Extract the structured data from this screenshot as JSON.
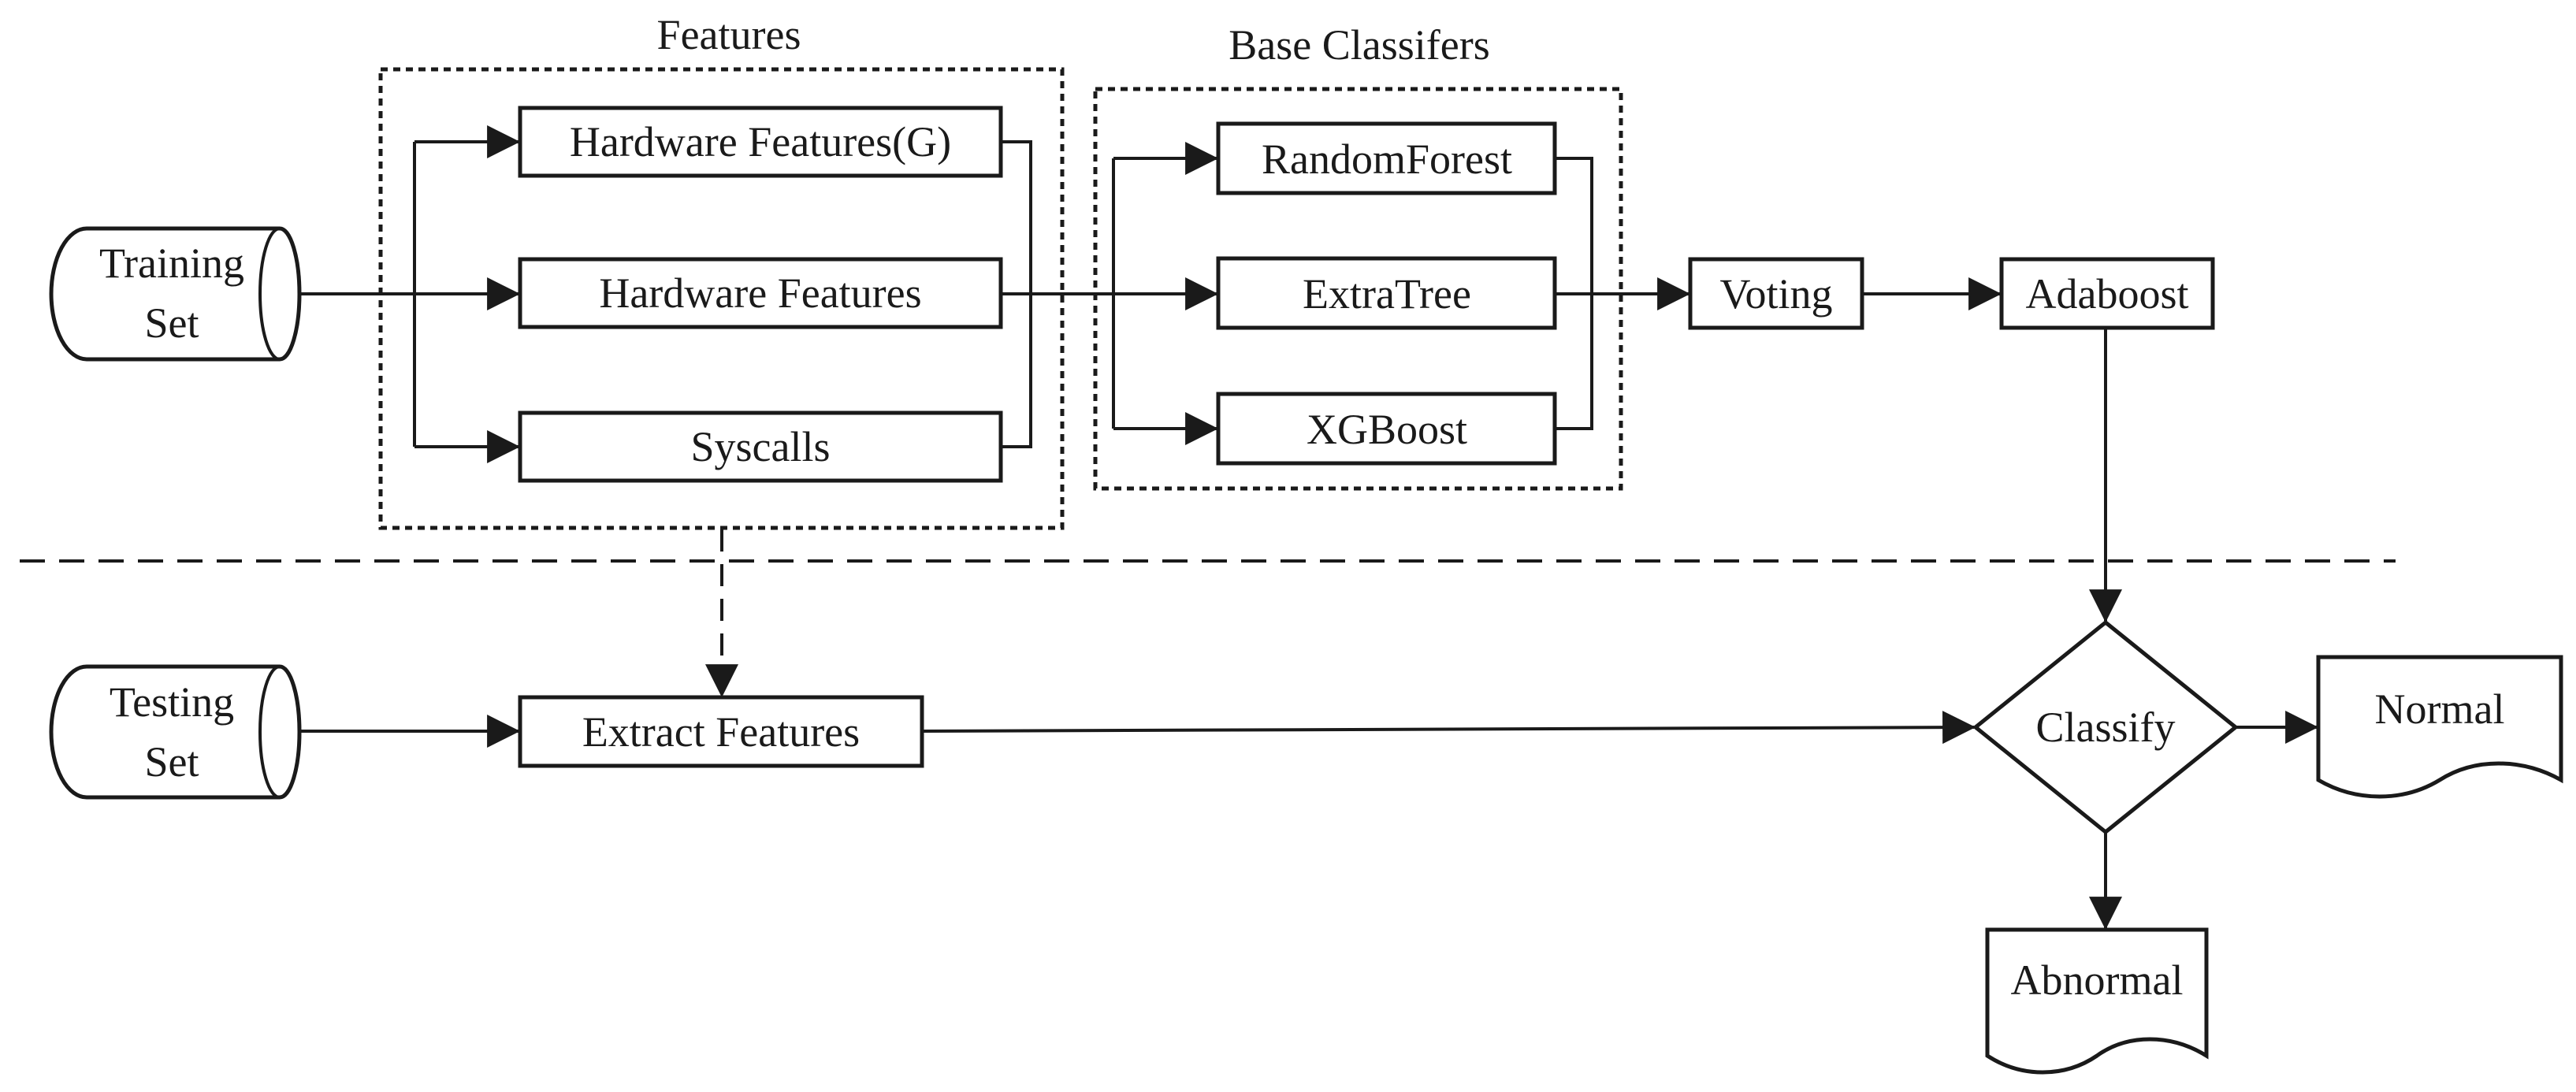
{
  "groups": {
    "features": "Features",
    "base_classifiers": "Base Classifers"
  },
  "datasets": {
    "training": [
      "Training",
      "Set"
    ],
    "testing": [
      "Testing",
      "Set"
    ]
  },
  "features": {
    "hardware_g": "Hardware Features(G)",
    "hardware": "Hardware Features",
    "syscalls": "Syscalls"
  },
  "classifiers": {
    "random_forest": "RandomForest",
    "extra_tree": "ExtraTree",
    "xgboost": "XGBoost"
  },
  "ensemble": {
    "voting": "Voting",
    "adaboost": "Adaboost"
  },
  "testing_flow": {
    "extract": "Extract Features",
    "classify": "Classify"
  },
  "outcomes": {
    "normal": "Normal",
    "abnormal": "Abnormal"
  }
}
